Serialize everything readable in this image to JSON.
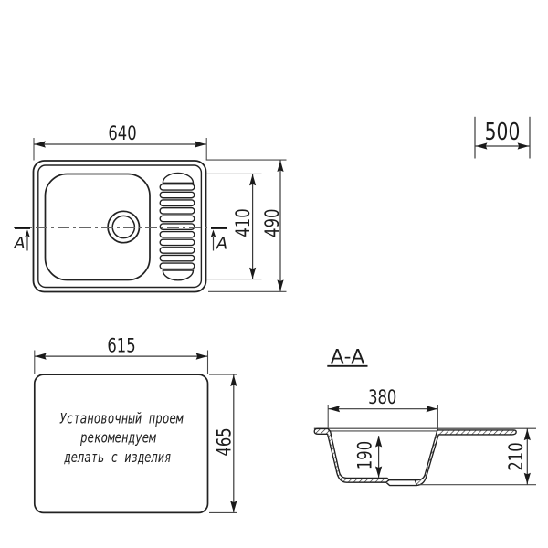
{
  "document": {
    "type": "sink technical drawing",
    "background": "#ffffff",
    "ink_color": "#222222",
    "dim_line_color": "#3a3a3a",
    "text_color": "#1c1c1c"
  },
  "top_view": {
    "dims": {
      "overall_width": "640",
      "inner_height": "410",
      "overall_height": "490"
    },
    "section_label_left": "A",
    "section_label_right": "A"
  },
  "cabinet": {
    "width": "500"
  },
  "cutout_view": {
    "dims": {
      "width": "615",
      "height": "465"
    },
    "note_lines": [
      "Установочный проем",
      "рекомендуем",
      "делать с изделия"
    ]
  },
  "section_view": {
    "title": "А-А",
    "dims": {
      "opening_width": "380",
      "bowl_depth": "190",
      "overall_height": "210"
    }
  }
}
